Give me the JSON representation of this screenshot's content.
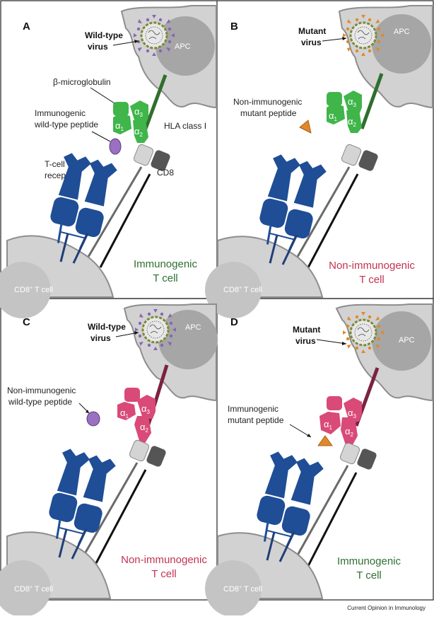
{
  "figure": {
    "credit": "Current Opinion in Immunology",
    "colors": {
      "wildtype_mhc": "#3fb54a",
      "mutant_mhc": "#d94a78",
      "tcr": "#1f4e96",
      "wildtype_peptide": "#9b6fc2",
      "mutant_peptide": "#e0892b",
      "cell": "#d2d2d2",
      "apc_nucleus": "#a6a6a6",
      "immunogenic_text": "#2e7030",
      "nonimmunogenic_text": "#c23352"
    },
    "common": {
      "apc": "APC",
      "cd8_cell": "CD8",
      "cd8_cell_sup": "+",
      "cd8_cell_suffix": " T cell",
      "alpha": "α",
      "beta": "β",
      "alpha1": "α",
      "alpha1_sub": "1",
      "alpha2": "α",
      "alpha2_sub": "2",
      "alpha3": "α",
      "alpha3_sub": "3"
    },
    "panels": [
      {
        "letter": "A",
        "virus_label_1": "Wild-type",
        "virus_label_2": "virus",
        "virus_icon": "wildtype-virus-icon",
        "beta_micro": "β-microglobulin",
        "peptide_label_1": "Immunogenic",
        "peptide_label_2": "wild-type peptide",
        "hla": "HLA class I",
        "tcr_1": "T-cell",
        "tcr_2": "receptor",
        "cd8": "CD8",
        "result_1": "Immunogenic",
        "result_2": "T cell",
        "result_color": "#2e7030"
      },
      {
        "letter": "B",
        "virus_label_1": "Mutant",
        "virus_label_2": "virus",
        "virus_icon": "mutant-virus-icon",
        "peptide_label_1": "Non-immunogenic",
        "peptide_label_2": "mutant peptide",
        "result_1": "Non-immunogenic",
        "result_2": "T cell",
        "result_color": "#c23352"
      },
      {
        "letter": "C",
        "virus_label_1": "Wild-type",
        "virus_label_2": "virus",
        "virus_icon": "wildtype-virus-icon",
        "peptide_label_1": "Non-immunogenic",
        "peptide_label_2": "wild-type peptide",
        "result_1": "Non-immunogenic",
        "result_2": "T cell",
        "result_color": "#c23352"
      },
      {
        "letter": "D",
        "virus_label_1": "Mutant",
        "virus_label_2": "virus",
        "virus_icon": "mutant-virus-icon",
        "peptide_label_1": "Immunogenic",
        "peptide_label_2": "mutant peptide",
        "result_1": "Immunogenic",
        "result_2": "T cell",
        "result_color": "#2e7030"
      }
    ]
  }
}
